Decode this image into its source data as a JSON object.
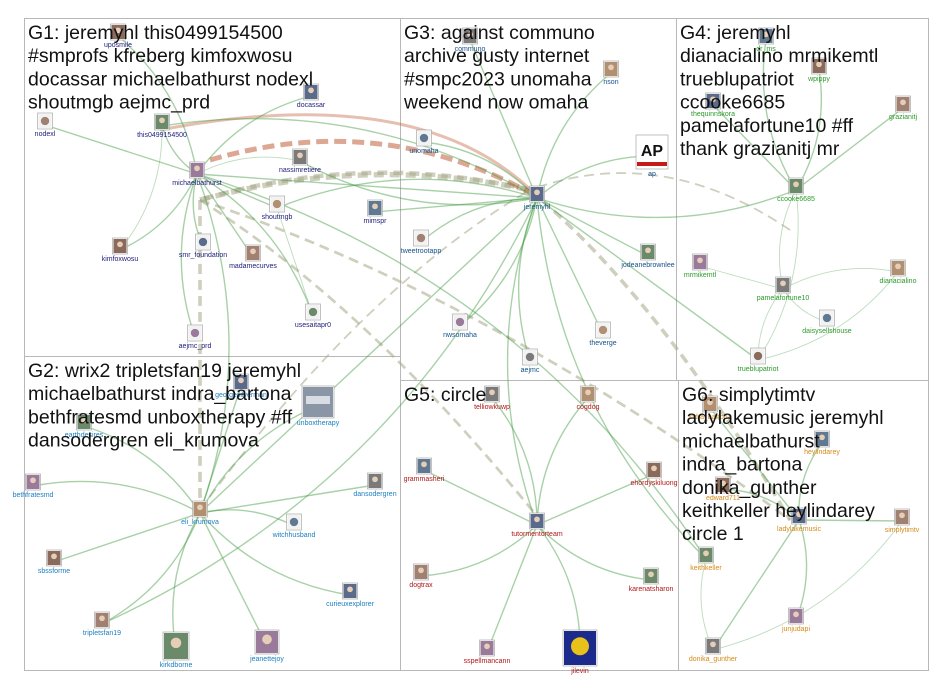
{
  "groups": [
    {
      "id": "G1",
      "lines": [
        "G1: jeremyhl this0499154500",
        "#smprofs kfreberg kimfoxwosu",
        "docassar michaelbathurst nodexl",
        "shoutmgb aejmc_prd"
      ]
    },
    {
      "id": "G2",
      "lines": [
        "G2: wrix2 tripletsfan19 jeremyhl",
        "michaelbathurst indra_bartona",
        "bethfratesmd unboxtherapy #ff",
        "dansodergren eli_krumova"
      ]
    },
    {
      "id": "G3",
      "lines": [
        "G3: against communo",
        "archive gusty internet",
        "#smpc2023 unomaha",
        "weekend now omaha"
      ]
    },
    {
      "id": "G4",
      "lines": [
        "G4: jeremyhl",
        "dianacialino mrmikemtl",
        "trueblupatriot",
        "ccooke6685",
        "pamelafortune10 #ff",
        "thank grazianitj mr"
      ]
    },
    {
      "id": "G5",
      "lines": [
        "G5: circle"
      ]
    },
    {
      "id": "G6",
      "lines": [
        "G6: simplytimtv",
        "ladylakemusic jeremyhl",
        "michaelbathurst",
        "indra_bartona",
        "donika_gunther",
        "keithkeller heylindarey",
        "circle 1"
      ]
    }
  ],
  "colors": {
    "g1": "#1c1c7a",
    "g2": "#1a7fc0",
    "g3": "#14508a",
    "g4": "#2a9a2a",
    "g5": "#b01818",
    "g6": "#d58a18",
    "edge": "#3f9a3f",
    "edge_strong": "#5a8a3f",
    "edge_dash": "#a8a888",
    "edge_red": "#c0603a"
  },
  "nodes": [
    {
      "id": "uposmile",
      "label": "uposmile",
      "group": "g1",
      "icon": "photo-avatar"
    },
    {
      "id": "docassar",
      "label": "docassar",
      "group": "g1",
      "icon": "photo-avatar"
    },
    {
      "id": "nodexl",
      "label": "nodexl",
      "group": "g1",
      "icon": "logo-avatar"
    },
    {
      "id": "this0499154500",
      "label": "this0499154500",
      "group": "g1",
      "icon": "photo-avatar"
    },
    {
      "id": "michaelbathurst",
      "label": "michaelbathurst",
      "group": "g1",
      "icon": "photo-avatar"
    },
    {
      "id": "nassimretiere",
      "label": "nassimretiere",
      "group": "g1",
      "icon": "photo-avatar"
    },
    {
      "id": "shoutmgb",
      "label": "shoutmgb",
      "group": "g1",
      "icon": "logo-avatar"
    },
    {
      "id": "mimspr",
      "label": "mimspr",
      "group": "g1",
      "icon": "photo-avatar"
    },
    {
      "id": "kimfoxwosu",
      "label": "kimfoxwosu",
      "group": "g1",
      "icon": "photo-avatar"
    },
    {
      "id": "smr_foundation",
      "label": "smr_foundation",
      "group": "g1",
      "icon": "logo-avatar"
    },
    {
      "id": "madamecurves",
      "label": "madamecurves",
      "group": "g1",
      "icon": "photo-avatar"
    },
    {
      "id": "usesaitapr0",
      "label": "usesaitapr0",
      "group": "g1",
      "icon": "logo-avatar"
    },
    {
      "id": "aejmc_prd",
      "label": "aejmc_prd",
      "group": "g1",
      "icon": "logo-avatar"
    },
    {
      "id": "communo",
      "label": "communo",
      "group": "g3",
      "icon": "photo-avatar"
    },
    {
      "id": "nson",
      "label": "nson",
      "group": "g3",
      "icon": "photo-avatar"
    },
    {
      "id": "unomaha",
      "label": "unomaha",
      "group": "g3",
      "icon": "logo-avatar"
    },
    {
      "id": "ap",
      "label": "ap",
      "group": "g3",
      "icon": "ap-logo"
    },
    {
      "id": "jeremyhl",
      "label": "jeremyhl",
      "group": "g3",
      "icon": "photo-avatar"
    },
    {
      "id": "tweetrootapp",
      "label": "tweetrootapp",
      "group": "g3",
      "icon": "logo-avatar"
    },
    {
      "id": "jodeanebrownlee",
      "label": "jodeanebrownlee",
      "group": "g3",
      "icon": "photo-avatar"
    },
    {
      "id": "nwsomaha",
      "label": "nwsomaha",
      "group": "g3",
      "icon": "logo-avatar"
    },
    {
      "id": "aejmc",
      "label": "aejmc",
      "group": "g3",
      "icon": "logo-avatar"
    },
    {
      "id": "theverge",
      "label": "theverge",
      "group": "g3",
      "icon": "logo-avatar"
    },
    {
      "id": "dr_ms",
      "label": "dr_ms",
      "group": "g4",
      "icon": "photo-avatar"
    },
    {
      "id": "wpippy",
      "label": "wpippy",
      "group": "g4",
      "icon": "photo-avatar"
    },
    {
      "id": "thequinnskora",
      "label": "thequinnskora",
      "group": "g4",
      "icon": "photo-avatar"
    },
    {
      "id": "grazianitj",
      "label": "grazianitj",
      "group": "g4",
      "icon": "photo-avatar"
    },
    {
      "id": "ccooke6685",
      "label": "ccooke6685",
      "group": "g4",
      "icon": "photo-avatar"
    },
    {
      "id": "mrmikemtl",
      "label": "mrmikemtl",
      "group": "g4",
      "icon": "photo-avatar"
    },
    {
      "id": "pamelafortune10",
      "label": "pamelafortune10",
      "group": "g4",
      "icon": "photo-avatar"
    },
    {
      "id": "dianacialino",
      "label": "dianacialino",
      "group": "g4",
      "icon": "photo-avatar"
    },
    {
      "id": "daisysellshouse",
      "label": "daisysellshouse",
      "group": "g4",
      "icon": "logo-avatar"
    },
    {
      "id": "trueblupatriot",
      "label": "trueblupatriot",
      "group": "g4",
      "icon": "logo-avatar"
    },
    {
      "id": "georgesilverman",
      "label": "georgesilverman",
      "group": "g2",
      "icon": "photo-avatar"
    },
    {
      "id": "unboxtherapy",
      "label": "unboxtherapy",
      "group": "g2",
      "icon": "unbox-logo"
    },
    {
      "id": "earthdesires",
      "label": "earthdesires",
      "group": "g2",
      "icon": "photo-avatar"
    },
    {
      "id": "bethfratesmd",
      "label": "bethfratesmd",
      "group": "g2",
      "icon": "photo-avatar"
    },
    {
      "id": "dansodergren",
      "label": "dansodergren",
      "group": "g2",
      "icon": "photo-avatar"
    },
    {
      "id": "eli_krumova",
      "label": "eli_krumova",
      "group": "g2",
      "icon": "photo-avatar"
    },
    {
      "id": "witchhusband",
      "label": "witchhusband",
      "group": "g2",
      "icon": "logo-avatar"
    },
    {
      "id": "sbssforme",
      "label": "sbssforme",
      "group": "g2",
      "icon": "photo-avatar"
    },
    {
      "id": "curieuxexplorer",
      "label": "curieuxexplorer",
      "group": "g2",
      "icon": "photo-avatar"
    },
    {
      "id": "tripletsfan19",
      "label": "tripletsfan19",
      "group": "g2",
      "icon": "photo-avatar"
    },
    {
      "id": "kirkdborne",
      "label": "kirkdborne",
      "group": "g2",
      "icon": "photo-avatar"
    },
    {
      "id": "jeanettejoy",
      "label": "jeanettejoy",
      "group": "g2",
      "icon": "photo-avatar"
    },
    {
      "id": "telliowkuwp",
      "label": "telliowkuwp",
      "group": "g5",
      "icon": "photo-avatar"
    },
    {
      "id": "cogdog",
      "label": "cogdog",
      "group": "g5",
      "icon": "photo-avatar"
    },
    {
      "id": "grammasheri",
      "label": "grammasheri",
      "group": "g5",
      "icon": "photo-avatar"
    },
    {
      "id": "ehordyskiluong",
      "label": "ehordyskiluong",
      "group": "g5",
      "icon": "photo-avatar"
    },
    {
      "id": "tutormentorteam",
      "label": "tutormentorteam",
      "group": "g5",
      "icon": "photo-avatar"
    },
    {
      "id": "dogtrax",
      "label": "dogtrax",
      "group": "g5",
      "icon": "photo-avatar"
    },
    {
      "id": "karenatsharon",
      "label": "karenatsharon",
      "group": "g5",
      "icon": "photo-avatar"
    },
    {
      "id": "sspellmancann",
      "label": "sspellmancann",
      "group": "g5",
      "icon": "photo-avatar"
    },
    {
      "id": "jilevin",
      "label": "jilevin",
      "group": "g5",
      "icon": "jilevin-logo"
    },
    {
      "id": "indra_bartona",
      "label": "indra_bartona",
      "group": "g6",
      "icon": "photo-avatar"
    },
    {
      "id": "heylindarey",
      "label": "heylindarey",
      "group": "g6",
      "icon": "photo-avatar"
    },
    {
      "id": "edward711",
      "label": "edward711",
      "group": "g6",
      "icon": "photo-avatar"
    },
    {
      "id": "ladylakemusic",
      "label": "ladylakemusic",
      "group": "g6",
      "icon": "photo-avatar"
    },
    {
      "id": "simplytimtv",
      "label": "simplytimtv",
      "group": "g6",
      "icon": "photo-avatar"
    },
    {
      "id": "keithkeller",
      "label": "keithkeller",
      "group": "g6",
      "icon": "photo-avatar"
    },
    {
      "id": "junjudapi",
      "label": "junjudapi",
      "group": "g6",
      "icon": "photo-avatar"
    },
    {
      "id": "donika_gunther",
      "label": "donika_gunther",
      "group": "g6",
      "icon": "photo-avatar"
    }
  ],
  "edges": [
    [
      "this0499154500",
      "jeremyhl"
    ],
    [
      "michaelbathurst",
      "jeremyhl"
    ],
    [
      "nassimretiere",
      "jeremyhl"
    ],
    [
      "shoutmgb",
      "jeremyhl"
    ],
    [
      "mimspr",
      "jeremyhl"
    ],
    [
      "usesaitapr0",
      "michaelbathurst"
    ],
    [
      "smr_foundation",
      "michaelbathurst"
    ],
    [
      "madamecurves",
      "michaelbathurst"
    ],
    [
      "kimfoxwosu",
      "michaelbathurst"
    ],
    [
      "aejmc_prd",
      "michaelbathurst"
    ],
    [
      "nodexl",
      "michaelbathurst"
    ],
    [
      "docassar",
      "michaelbathurst"
    ],
    [
      "uposmile",
      "michaelbathurst"
    ],
    [
      "shoutmgb",
      "michaelbathurst"
    ],
    [
      "this0499154500",
      "michaelbathurst"
    ],
    [
      "michaelbathurst",
      "nassimretiere"
    ],
    [
      "usesaitapr0",
      "shoutmgb"
    ],
    [
      "kimfoxwosu",
      "this0499154500"
    ],
    [
      "unomaha",
      "jeremyhl"
    ],
    [
      "communo",
      "jeremyhl"
    ],
    [
      "ap",
      "jeremyhl"
    ],
    [
      "tweetrootapp",
      "jeremyhl"
    ],
    [
      "jodeanebrownlee",
      "jeremyhl"
    ],
    [
      "nwsomaha",
      "jeremyhl"
    ],
    [
      "aejmc",
      "jeremyhl"
    ],
    [
      "theverge",
      "jeremyhl"
    ],
    [
      "nson",
      "jeremyhl"
    ],
    [
      "ccooke6685",
      "jeremyhl"
    ],
    [
      "trueblupatriot",
      "jeremyhl"
    ],
    [
      "ccooke6685",
      "pamelafortune10"
    ],
    [
      "ccooke6685",
      "trueblupatriot"
    ],
    [
      "mrmikemtl",
      "pamelafortune10"
    ],
    [
      "dianacialino",
      "pamelafortune10"
    ],
    [
      "daisysellshouse",
      "pamelafortune10"
    ],
    [
      "grazianitj",
      "ccooke6685"
    ],
    [
      "dr_ms",
      "ccooke6685"
    ],
    [
      "wpippy",
      "ccooke6685"
    ],
    [
      "thequinnskora",
      "ccooke6685"
    ],
    [
      "pamelafortune10",
      "trueblupatriot"
    ],
    [
      "dianacialino",
      "trueblupatriot"
    ],
    [
      "eli_krumova",
      "jeremyhl"
    ],
    [
      "eli_krumova",
      "michaelbathurst"
    ],
    [
      "bethfratesmd",
      "eli_krumova"
    ],
    [
      "sbssforme",
      "eli_krumova"
    ],
    [
      "tripletsfan19",
      "eli_krumova"
    ],
    [
      "kirkdborne",
      "eli_krumova"
    ],
    [
      "jeanettejoy",
      "eli_krumova"
    ],
    [
      "witchhusband",
      "eli_krumova"
    ],
    [
      "curieuxexplorer",
      "eli_krumova"
    ],
    [
      "dansodergren",
      "eli_krumova"
    ],
    [
      "unboxtherapy",
      "eli_krumova"
    ],
    [
      "earthdesires",
      "eli_krumova"
    ],
    [
      "georgesilverman",
      "eli_krumova"
    ],
    [
      "tripletsfan19",
      "jeremyhl"
    ],
    [
      "tutormentorteam",
      "jeremyhl"
    ],
    [
      "grammasheri",
      "tutormentorteam"
    ],
    [
      "dogtrax",
      "tutormentorteam"
    ],
    [
      "karenatsharon",
      "tutormentorteam"
    ],
    [
      "ehordyskiluong",
      "tutormentorteam"
    ],
    [
      "cogdog",
      "tutormentorteam"
    ],
    [
      "telliowkuwp",
      "tutormentorteam"
    ],
    [
      "sspellmancann",
      "tutormentorteam"
    ],
    [
      "jilevin",
      "tutormentorteam"
    ],
    [
      "keithkeller",
      "jeremyhl"
    ],
    [
      "simplytimtv",
      "ladylakemusic"
    ],
    [
      "heylindarey",
      "ladylakemusic"
    ],
    [
      "edward711",
      "ladylakemusic"
    ],
    [
      "indra_bartona",
      "ladylakemusic"
    ],
    [
      "junjudapi",
      "ladylakemusic"
    ],
    [
      "donika_gunther",
      "keithkeller"
    ],
    [
      "donika_gunther",
      "ladylakemusic"
    ],
    [
      "keithkeller",
      "michaelbathurst"
    ],
    [
      "simplytimtv",
      "donika_gunther"
    ]
  ],
  "bundles": [
    [
      "G1",
      "G3",
      6
    ],
    [
      "G3",
      "G1",
      5
    ],
    [
      "G1",
      "G2",
      4
    ],
    [
      "G1",
      "G5",
      3
    ],
    [
      "G3",
      "G6",
      4
    ],
    [
      "G1",
      "G6",
      3
    ],
    [
      "G2",
      "G3",
      2
    ],
    [
      "G4",
      "G3",
      2
    ]
  ]
}
